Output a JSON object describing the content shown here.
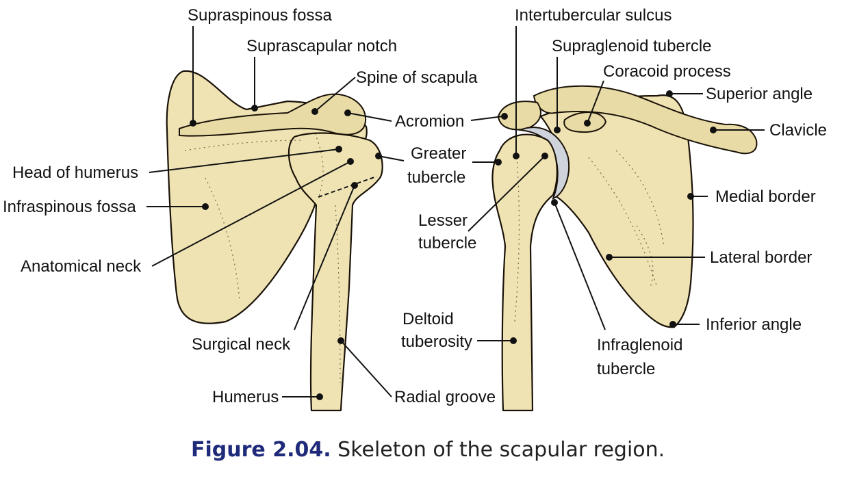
{
  "figure": {
    "number": "Figure 2.04.",
    "caption": "Skeleton of the scapular region."
  },
  "colors": {
    "bone": "#efe3b4",
    "outline": "#1a1208",
    "cartilage": "#cfd3dc",
    "figure_number": "#1f2a7a"
  },
  "posterior_view": {
    "labels": {
      "supraspinous_fossa": "Supraspinous fossa",
      "suprascapular_notch": "Suprascapular notch",
      "spine_of_scapula": "Spine of scapula",
      "acromion": "Acromion",
      "head_of_humerus": "Head of humerus",
      "infraspinous_fossa": "Infraspinous fossa",
      "anatomical_neck": "Anatomical neck",
      "surgical_neck": "Surgical neck",
      "humerus": "Humerus",
      "radial_groove": "Radial groove"
    }
  },
  "anterior_view": {
    "labels": {
      "intertubercular_sulcus": "Intertubercular sulcus",
      "supraglenoid_tubercle": "Supraglenoid tubercle",
      "coracoid_process": "Coracoid process",
      "superior_angle": "Superior angle",
      "clavicle": "Clavicle",
      "greater_tubercle_1": "Greater",
      "greater_tubercle_2": "tubercle",
      "lesser_tubercle_1": "Lesser",
      "lesser_tubercle_2": "tubercle",
      "medial_border": "Medial border",
      "lateral_border": "Lateral border",
      "deltoid_tuberosity_1": "Deltoid",
      "deltoid_tuberosity_2": "tuberosity",
      "inferior_angle": "Inferior angle",
      "infraglenoid_tubercle_1": "Infraglenoid",
      "infraglenoid_tubercle_2": "tubercle"
    }
  }
}
